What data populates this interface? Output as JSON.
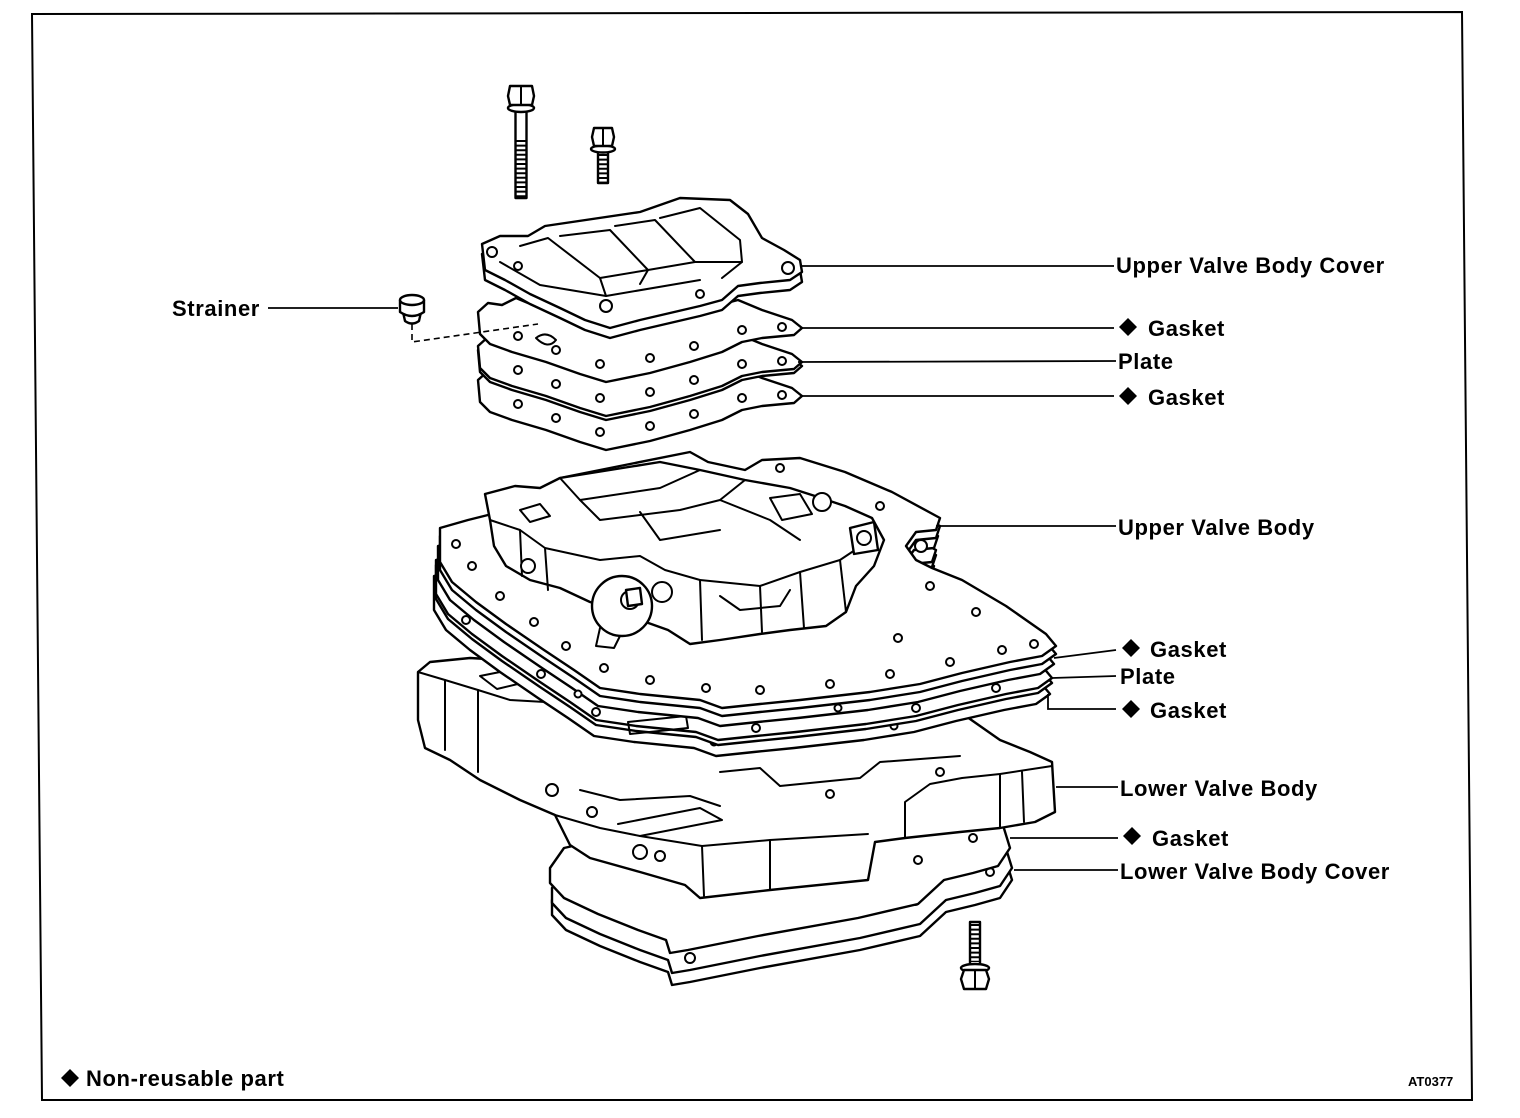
{
  "callouts": [
    {
      "label": "Upper Valve Body Cover",
      "non_reusable": false
    },
    {
      "label": "Gasket",
      "non_reusable": true
    },
    {
      "label": "Plate",
      "non_reusable": false
    },
    {
      "label": "Gasket",
      "non_reusable": true
    },
    {
      "label": "Strainer",
      "non_reusable": false
    },
    {
      "label": "Upper Valve Body",
      "non_reusable": false
    },
    {
      "label": "Gasket",
      "non_reusable": true
    },
    {
      "label": "Plate",
      "non_reusable": false
    },
    {
      "label": "Gasket",
      "non_reusable": true
    },
    {
      "label": "Lower Valve Body",
      "non_reusable": false
    },
    {
      "label": "Gasket",
      "non_reusable": true
    },
    {
      "label": "Lower Valve Body Cover",
      "non_reusable": false
    }
  ],
  "legend": {
    "icon": "diamond",
    "text": "Non-reusable part"
  },
  "figure": {
    "code": "AT0377"
  }
}
